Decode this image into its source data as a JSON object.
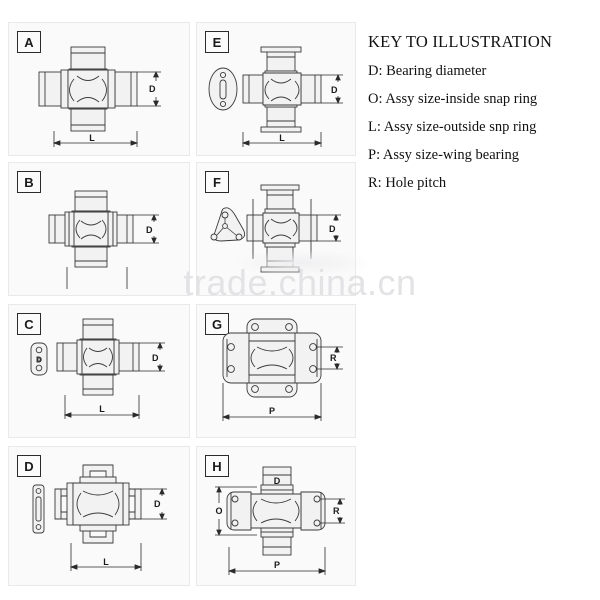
{
  "key": {
    "title": "KEY TO ILLUSTRATION",
    "entries": [
      "D: Bearing diameter",
      "O: Assy size-inside snap ring",
      "L: Assy size-outside snp ring",
      "P: Assy size-wing bearing",
      "R: Hole pitch"
    ]
  },
  "watermark": "trade.china.cn",
  "panels": [
    {
      "tag": "A",
      "style": "plain-cross",
      "dims": [
        "L",
        "D"
      ],
      "labels": {
        "d": "D",
        "l": "L"
      }
    },
    {
      "tag": "E",
      "style": "flanged-cross",
      "dims": [
        "L",
        "D"
      ],
      "labels": {
        "d": "D",
        "l": "L"
      }
    },
    {
      "tag": "B",
      "style": "stepped-cross",
      "dims": [
        "D"
      ],
      "labels": {
        "d": "D"
      }
    },
    {
      "tag": "F",
      "style": "triangle-flange-cross",
      "dims": [
        "D"
      ],
      "labels": {
        "d": "D"
      }
    },
    {
      "tag": "C",
      "style": "bracket-cross",
      "dims": [
        "L",
        "D"
      ],
      "labels": {
        "d": "D",
        "l": "L",
        "detail": "D"
      }
    },
    {
      "tag": "G",
      "style": "wing-cross",
      "dims": [
        "P",
        "R"
      ],
      "labels": {
        "p": "P",
        "r": "R"
      }
    },
    {
      "tag": "D",
      "style": "plate-cross",
      "dims": [
        "L",
        "D"
      ],
      "labels": {
        "d": "D",
        "l": "L"
      }
    },
    {
      "tag": "H",
      "style": "wing-cross-full",
      "dims": [
        "D",
        "O",
        "R",
        "P"
      ],
      "labels": {
        "d": "D",
        "o": "O",
        "r": "R",
        "p": "P"
      }
    }
  ]
}
